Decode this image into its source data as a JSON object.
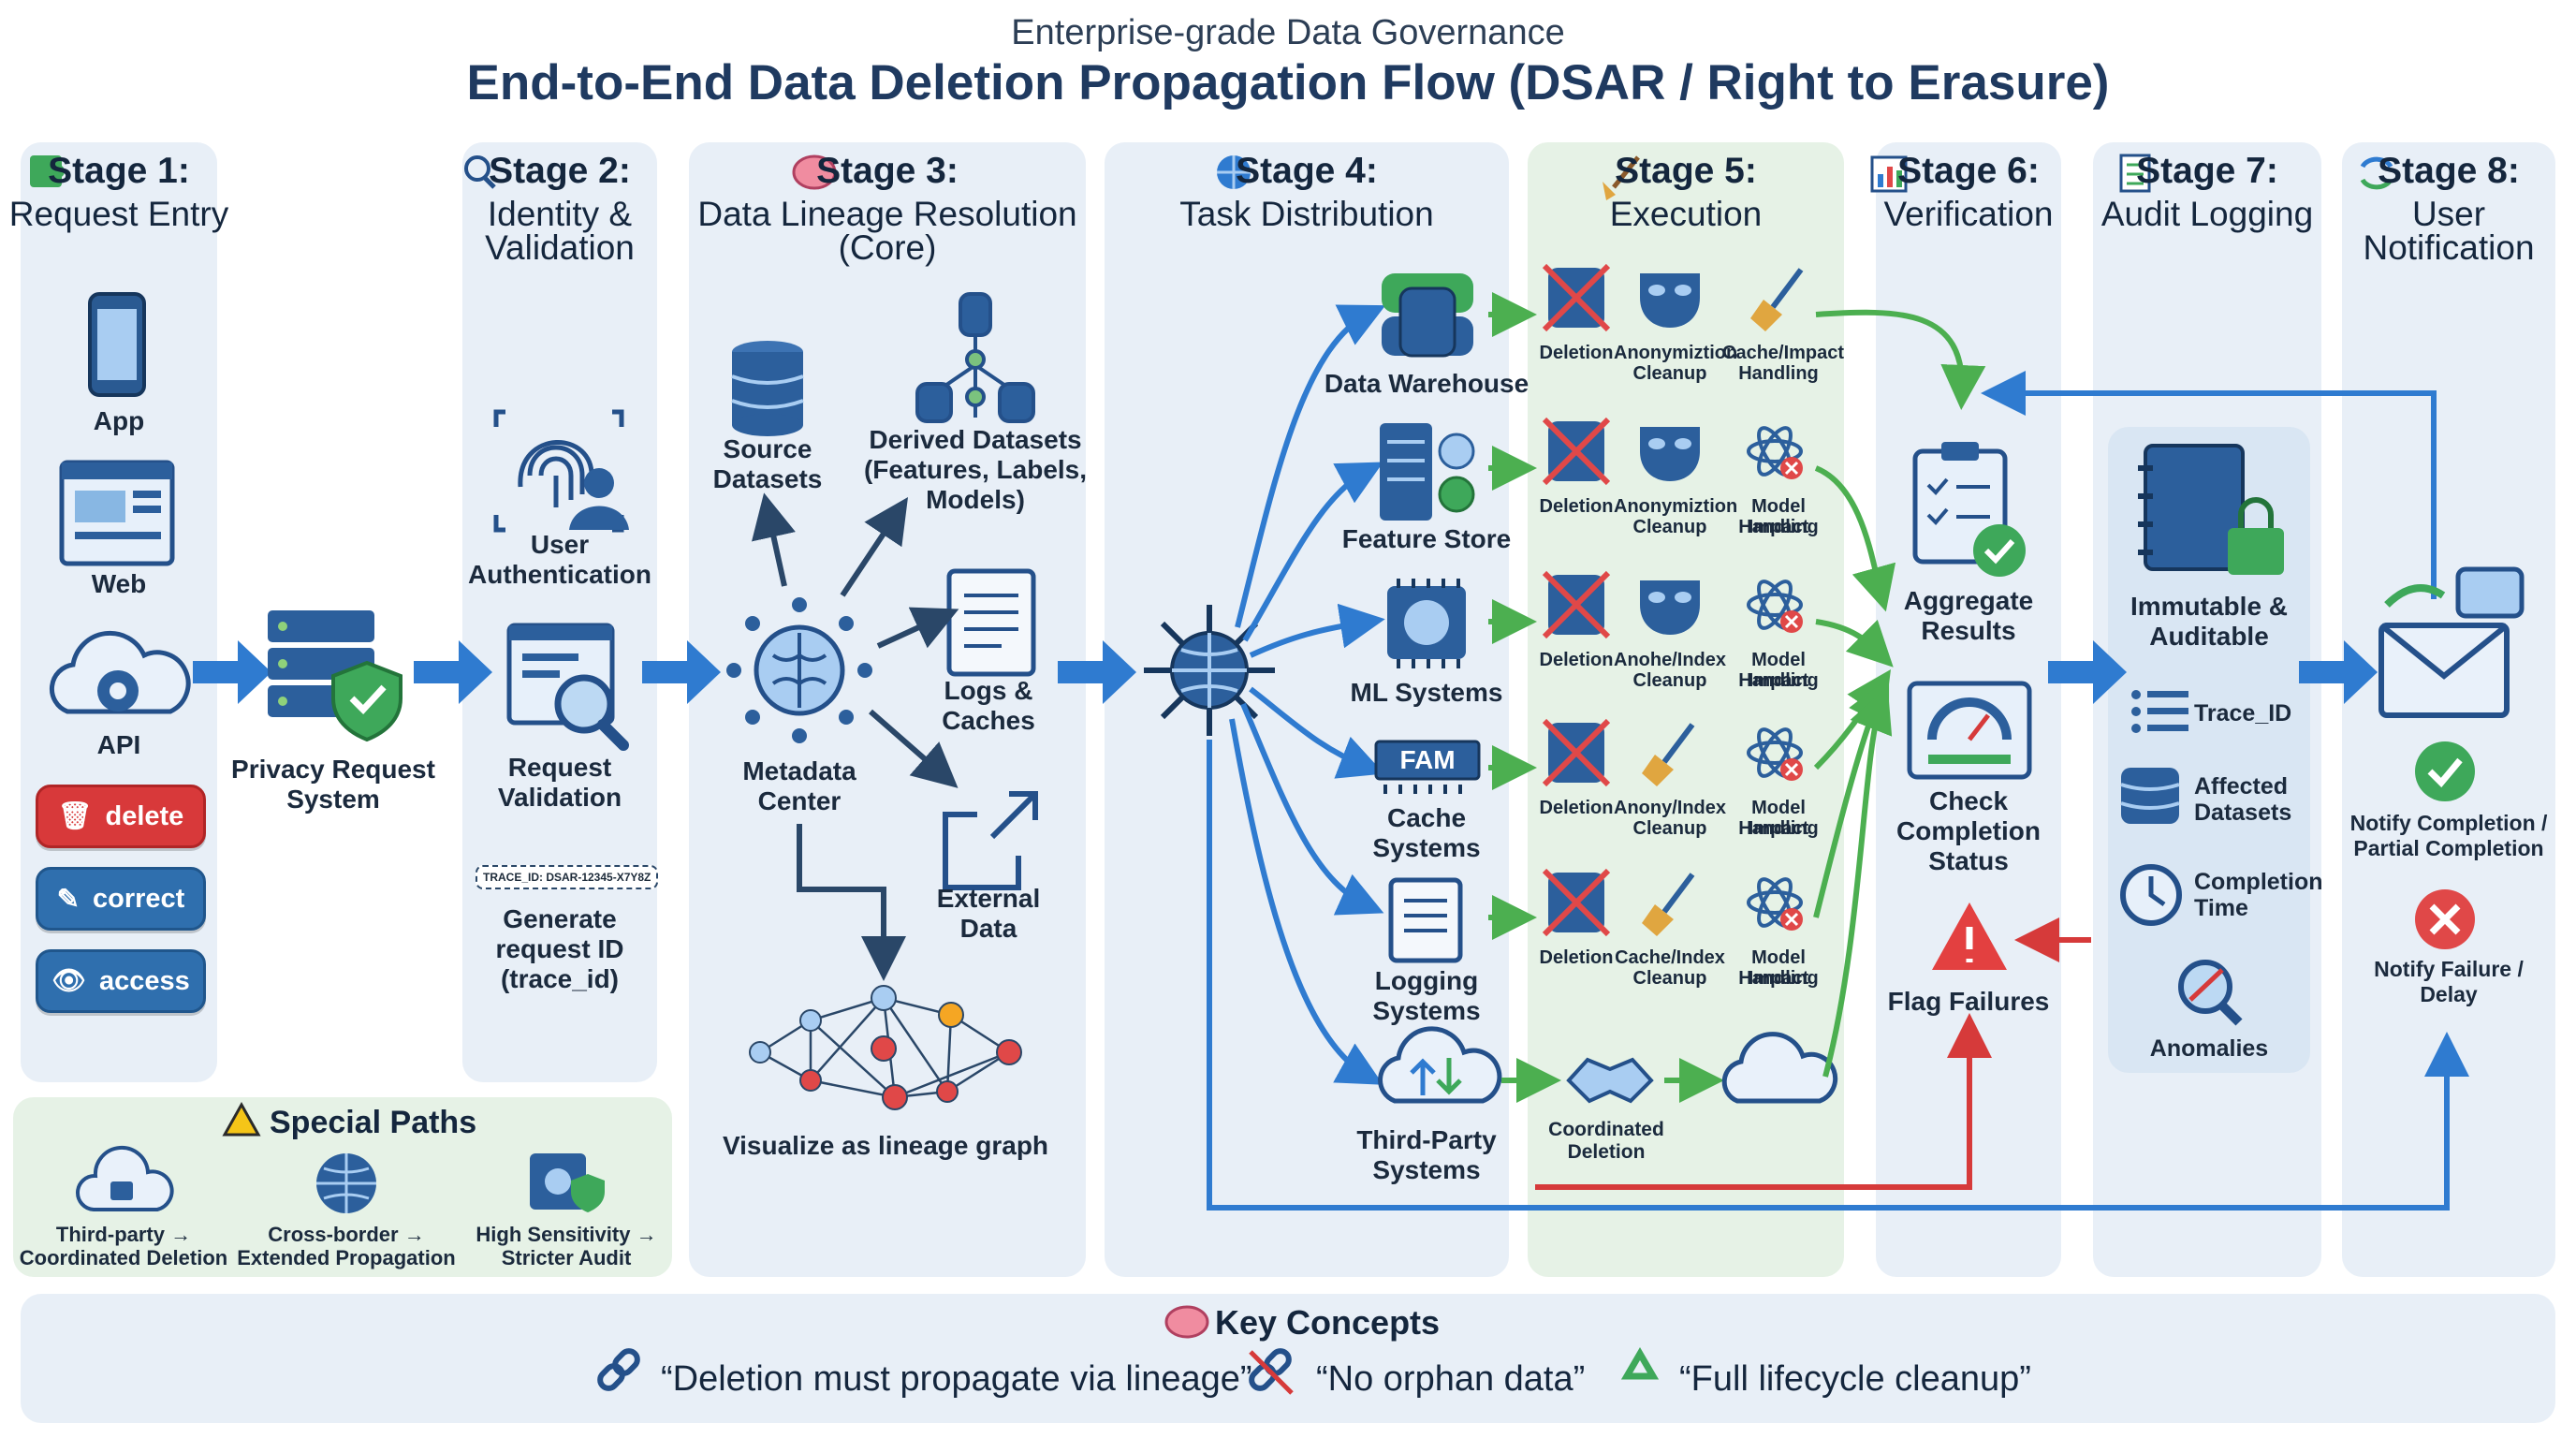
{
  "header": {
    "subtitle": "Enterprise-grade Data Governance",
    "title": "End-to-End Data Deletion Propagation Flow (DSAR / Right to Erasure)"
  },
  "stages": [
    {
      "num": "Stage 1:",
      "name": "Request Entry"
    },
    {
      "num": "Stage 2:",
      "name1": "Identity &",
      "name2": "Validation"
    },
    {
      "num": "Stage 3:",
      "name1": "Data Lineage Resolution",
      "name2": "(Core)"
    },
    {
      "num": "Stage 4:",
      "name": "Task Distribution"
    },
    {
      "num": "Stage 5:",
      "name": "Execution"
    },
    {
      "num": "Stage 6:",
      "name": "Verification"
    },
    {
      "num": "Stage 7:",
      "name": "Audit Logging"
    },
    {
      "num": "Stage 8:",
      "name1": "User",
      "name2": "Notification"
    }
  ],
  "stage1": {
    "app": "App",
    "web": "Web",
    "api": "API",
    "delete": "delete",
    "correct": "correct",
    "access": "access",
    "prs1": "Privacy Request",
    "prs2": "System"
  },
  "stage2": {
    "auth1": "User",
    "auth2": "Authentication",
    "val1": "Request",
    "val2": "Validation",
    "trace": "TRACE_ID: DSAR-12345-X7Y8Z",
    "gen1": "Generate",
    "gen2": "request ID",
    "gen3": "(trace_id)"
  },
  "stage3": {
    "src1": "Source",
    "src2": "Datasets",
    "der1": "Derived Datasets",
    "der2": "(Features, Labels,",
    "der3": "Models)",
    "logs1": "Logs &",
    "logs2": "Caches",
    "ext1": "External",
    "ext2": "Data",
    "meta1": "Metadata",
    "meta2": "Center",
    "graph": "Visualize as lineage graph"
  },
  "stage4": {
    "dw": "Data Warehouse",
    "fs": "Feature Store",
    "ml": "ML Systems",
    "cache1": "Cache",
    "cache2": "Systems",
    "cache_chip": "FAM",
    "log1": "Logging",
    "log2": "Systems",
    "tp1": "Third-Party",
    "tp2": "Systems"
  },
  "stage5": {
    "rows": [
      {
        "a": "Deletion",
        "b1": "Anonymiztion",
        "b2": "Cleanup",
        "c1": "Cache/Impact",
        "c2": "Handling"
      },
      {
        "a": "Deletion",
        "b1": "Anonymiztion",
        "b2": "Cleanup",
        "c1": "Model Impact",
        "c2": "Handling"
      },
      {
        "a": "Deletion",
        "b1": "Anohe/Index",
        "b2": "Cleanup",
        "c1": "Model Impact",
        "c2": "Handling"
      },
      {
        "a": "Deletion",
        "b1": "Anony/Index",
        "b2": "Cleanup",
        "c1": "Model Impact",
        "c2": "Handling"
      },
      {
        "a": "Deletion",
        "b1": "Cache/Index",
        "b2": "Cleanup",
        "c1": "Model Impact",
        "c2": "Handling"
      }
    ],
    "coord1": "Coordinated",
    "coord2": "Deletion"
  },
  "stage6": {
    "agg1": "Aggregate",
    "agg2": "Results",
    "chk1": "Check",
    "chk2": "Completion",
    "chk3": "Status",
    "flag": "Flag Failures"
  },
  "stage7": {
    "imm1": "Immutable &",
    "imm2": "Auditable",
    "trace": "Trace_ID",
    "aff1": "Affected",
    "aff2": "Datasets",
    "comp1": "Completion",
    "comp2": "Time",
    "anom": "Anomalies"
  },
  "stage8": {
    "ok1": "Notify Completion /",
    "ok2": "Partial Completion",
    "fail1": "Notify Failure /",
    "fail2": "Delay"
  },
  "special": {
    "title": "Special Paths",
    "p1a": "Third-party →",
    "p1b": "Coordinated Deletion",
    "p2a": "Cross-border →",
    "p2b": "Extended Propagation",
    "p3a": "High Sensitivity →",
    "p3b": "Stricter Audit"
  },
  "key": {
    "title": "Key Concepts",
    "k1": "“Deletion must propagate via lineage”",
    "k2": "“No orphan data”",
    "k3": "“Full lifecycle cleanup”"
  },
  "colors": {
    "blue": "#2f7bd0",
    "green": "#4caf50",
    "red": "#d63a3a",
    "navy": "#1f3a60"
  }
}
